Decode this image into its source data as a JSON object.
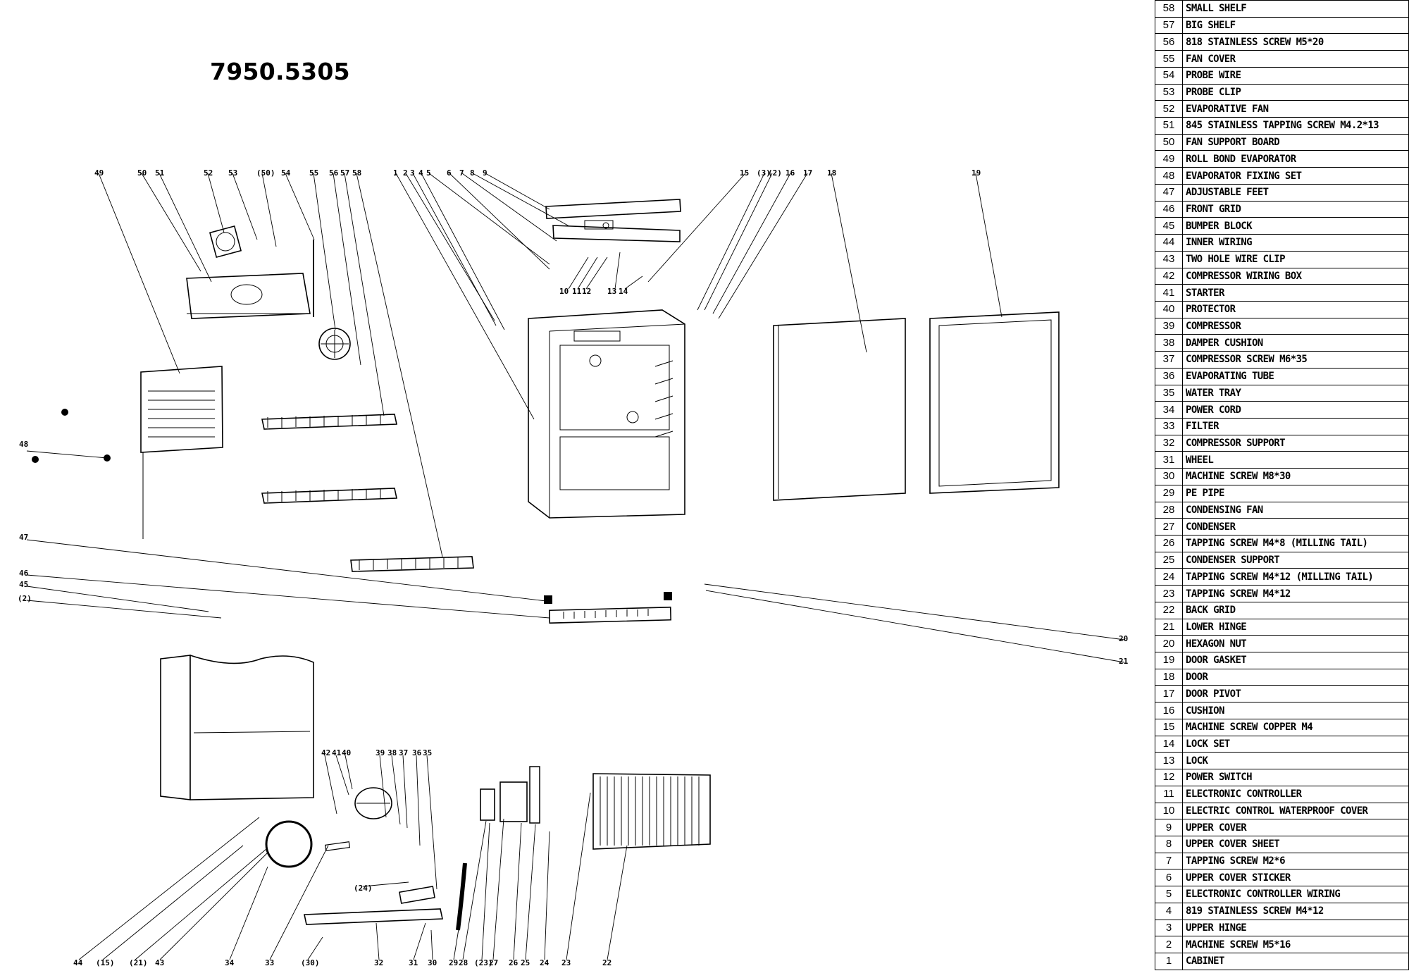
{
  "title": "7950.5305",
  "parts": [
    {
      "no": "58",
      "name": "SMALL SHELF"
    },
    {
      "no": "57",
      "name": "BIG SHELF"
    },
    {
      "no": "56",
      "name": "818 STAINLESS SCREW M5*20"
    },
    {
      "no": "55",
      "name": "FAN COVER"
    },
    {
      "no": "54",
      "name": "PROBE WIRE"
    },
    {
      "no": "53",
      "name": "PROBE CLIP"
    },
    {
      "no": "52",
      "name": "EVAPORATIVE FAN"
    },
    {
      "no": "51",
      "name": "845 STAINLESS TAPPING SCREW M4.2*13"
    },
    {
      "no": "50",
      "name": "FAN SUPPORT BOARD"
    },
    {
      "no": "49",
      "name": "ROLL BOND EVAPORATOR"
    },
    {
      "no": "48",
      "name": "EVAPORATOR FIXING SET"
    },
    {
      "no": "47",
      "name": "ADJUSTABLE FEET"
    },
    {
      "no": "46",
      "name": "FRONT GRID"
    },
    {
      "no": "45",
      "name": "BUMPER BLOCK"
    },
    {
      "no": "44",
      "name": "INNER WIRING"
    },
    {
      "no": "43",
      "name": "TWO HOLE WIRE CLIP"
    },
    {
      "no": "42",
      "name": "COMPRESSOR WIRING BOX"
    },
    {
      "no": "41",
      "name": "STARTER"
    },
    {
      "no": "40",
      "name": "PROTECTOR"
    },
    {
      "no": "39",
      "name": "COMPRESSOR"
    },
    {
      "no": "38",
      "name": "DAMPER CUSHION"
    },
    {
      "no": "37",
      "name": "COMPRESSOR SCREW M6*35"
    },
    {
      "no": "36",
      "name": "EVAPORATING TUBE"
    },
    {
      "no": "35",
      "name": "WATER TRAY"
    },
    {
      "no": "34",
      "name": "POWER CORD"
    },
    {
      "no": "33",
      "name": "FILTER"
    },
    {
      "no": "32",
      "name": "COMPRESSOR SUPPORT"
    },
    {
      "no": "31",
      "name": "WHEEL"
    },
    {
      "no": "30",
      "name": "MACHINE SCREW M8*30"
    },
    {
      "no": "29",
      "name": "PE PIPE"
    },
    {
      "no": "28",
      "name": "CONDENSING FAN"
    },
    {
      "no": "27",
      "name": "CONDENSER"
    },
    {
      "no": "26",
      "name": "TAPPING SCREW M4*8 (MILLING TAIL)"
    },
    {
      "no": "25",
      "name": "CONDENSER SUPPORT"
    },
    {
      "no": "24",
      "name": "TAPPING SCREW M4*12 (MILLING TAIL)"
    },
    {
      "no": "23",
      "name": "TAPPING SCREW M4*12"
    },
    {
      "no": "22",
      "name": "BACK GRID"
    },
    {
      "no": "21",
      "name": "LOWER HINGE"
    },
    {
      "no": "20",
      "name": "HEXAGON NUT"
    },
    {
      "no": "19",
      "name": "DOOR GASKET"
    },
    {
      "no": "18",
      "name": "DOOR"
    },
    {
      "no": "17",
      "name": "DOOR PIVOT"
    },
    {
      "no": "16",
      "name": "CUSHION"
    },
    {
      "no": "15",
      "name": "MACHINE SCREW COPPER M4"
    },
    {
      "no": "14",
      "name": "LOCK SET"
    },
    {
      "no": "13",
      "name": "LOCK"
    },
    {
      "no": "12",
      "name": "POWER SWITCH"
    },
    {
      "no": "11",
      "name": "ELECTRONIC CONTROLLER"
    },
    {
      "no": "10",
      "name": "ELECTRIC CONTROL WATERPROOF COVER"
    },
    {
      "no": "9",
      "name": "UPPER COVER"
    },
    {
      "no": "8",
      "name": "UPPER COVER SHEET"
    },
    {
      "no": "7",
      "name": "TAPPING SCREW M2*6"
    },
    {
      "no": "6",
      "name": "UPPER COVER STICKER"
    },
    {
      "no": "5",
      "name": "ELECTRONIC CONTROLLER WIRING"
    },
    {
      "no": "4",
      "name": "819 STAINLESS SCREW M4*12"
    },
    {
      "no": "3",
      "name": "UPPER HINGE"
    },
    {
      "no": "2",
      "name": "MACHINE SCREW M5*16"
    },
    {
      "no": "1",
      "name": "CABINET"
    }
  ],
  "callouts": {
    "c49": "49",
    "c50": "50",
    "c51": "51",
    "c52": "52",
    "c53": "53",
    "c50b": "(50)",
    "c54": "54",
    "c55": "55",
    "c56": "56",
    "c57": "57",
    "c58": "58",
    "c1": "1",
    "c2": "2",
    "c3": "3",
    "c4": "4",
    "c5": "5",
    "c6": "6",
    "c7": "7",
    "c8": "8",
    "c9": "9",
    "c10": "10",
    "c11": "11",
    "c12": "12",
    "c13": "13",
    "c14": "14",
    "c15": "15",
    "c3b": "(3)",
    "c2b": "(2)",
    "c16": "16",
    "c17": "17",
    "c18": "18",
    "c19": "19",
    "c48": "48",
    "c47": "47",
    "c46": "46",
    "c45": "45",
    "c2c": "(2)",
    "c20": "20",
    "c21": "21",
    "c42": "42",
    "c41": "41",
    "c40": "40",
    "c39": "39",
    "c38": "38",
    "c37": "37",
    "c36": "36",
    "c35": "35",
    "c24b": "(24)",
    "c44": "44",
    "c15b": "(15)",
    "c21b": "(21)",
    "c43": "43",
    "c34": "34",
    "c33": "33",
    "c30b": "(30)",
    "c32": "32",
    "c31": "31",
    "c30": "30",
    "c29": "29",
    "c28": "28",
    "c23b": "(23)",
    "c27": "27",
    "c26": "26",
    "c25": "25",
    "c24": "24",
    "c23": "23",
    "c22": "22"
  }
}
